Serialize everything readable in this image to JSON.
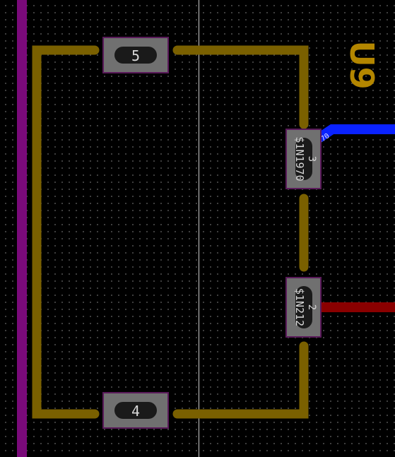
{
  "component": {
    "reference": "U9"
  },
  "pads": [
    {
      "number": "5",
      "net": ""
    },
    {
      "number": "4",
      "net": ""
    },
    {
      "number": "3",
      "net": "$1N1970"
    },
    {
      "number": "2",
      "net": "$1N212"
    }
  ],
  "net_labels": {
    "blue_trace": "970"
  },
  "colors": {
    "background": "#000000",
    "grid_dot": "#4a4a4a",
    "copper_trace": "#7a6000",
    "pad_fill": "#707070",
    "pad_outline": "#5a1a5a",
    "pad_number_bg": "#1a1a1a",
    "pad_text": "#d8d8d8",
    "silkscreen": "#b38600",
    "board_edge": "#7a0a7a",
    "cursor_line": "#cfcfcf",
    "blue_trace": "#0a22ff",
    "red_trace": "#8a0000"
  }
}
